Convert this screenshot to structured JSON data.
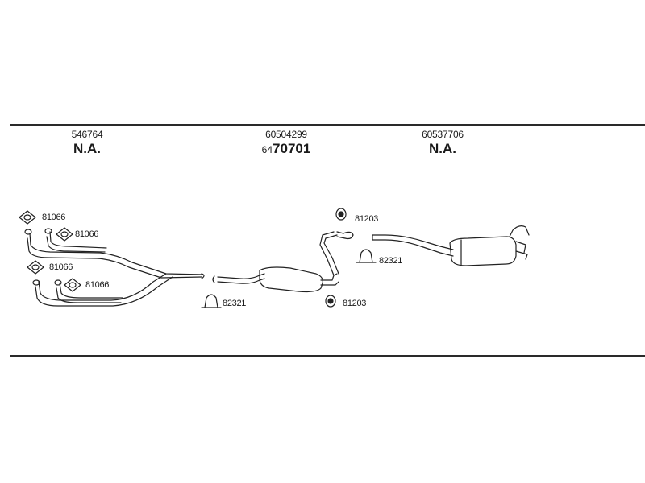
{
  "columns": [
    {
      "part_number": "546764",
      "code": "N.A."
    },
    {
      "part_number": "60504299",
      "code_prefix": "64",
      "code_main": "70701"
    },
    {
      "part_number": "60537706",
      "code": "N.A."
    }
  ],
  "labels": {
    "gasket_1": "81066",
    "gasket_2": "81066",
    "gasket_3": "81066",
    "gasket_4": "81066",
    "clamp_front": "82321",
    "hanger_upper": "81203",
    "hanger_lower": "81203",
    "clamp_rear": "82321"
  }
}
